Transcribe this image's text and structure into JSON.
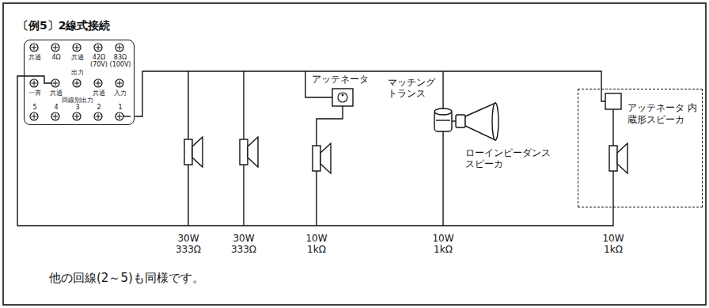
{
  "diagram": {
    "title": "〔例5〕2線式接続",
    "caption": "他の回線(2～5)も同様です。",
    "nodes": [
      {
        "text": [
          "共通",
          "4Ω",
          "共通",
          "42Ω",
          "83Ω",
          "(70V)",
          "(100V)",
          "出力",
          "一斉",
          "共通",
          "共通",
          "入力",
          "回線別出力",
          "5",
          "4",
          "3",
          "2",
          "1"
        ]
      },
      {
        "text": [
          "アッテネータ 内蔵形スピーカ"
        ]
      }
    ],
    "edges": [
      {
        "from": 0,
        "to": 1,
        "arrow": "none"
      },
      {
        "from": 0,
        "to": 1,
        "arrow": "none"
      }
    ],
    "labels": [
      "アッテネータ",
      "マッチング トランス",
      "ローインピーダンス スピーカ",
      "30W 333Ω",
      "30W 333Ω",
      "10W 1kΩ",
      "10W 1kΩ",
      "10W 1kΩ"
    ]
  }
}
